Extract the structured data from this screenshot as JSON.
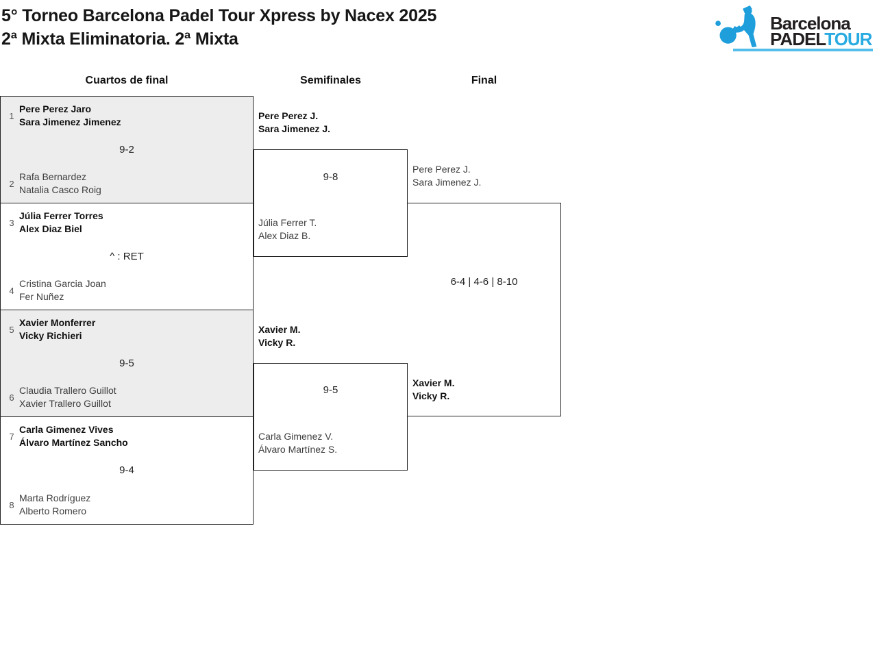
{
  "header": {
    "title": "5° Torneo Barcelona Padel Tour Xpress by Nacex 2025",
    "subtitle": "2ª Mixta Eliminatoria. 2ª Mixta"
  },
  "logo": {
    "brand_top": "Barcelona",
    "brand_padel": "PADEL",
    "brand_tour": "TOUR",
    "player_icon": "padel-player-icon",
    "colors": {
      "blue": "#29abe2",
      "dark": "#231f20",
      "underline": "#55bde9"
    }
  },
  "rounds": {
    "quarterfinals_label": "Cuartos de final",
    "semifinals_label": "Semifinales",
    "final_label": "Final"
  },
  "colors": {
    "shaded_row": "#ededed",
    "border": "#222222",
    "winner_text": "#101010",
    "loser_text": "#3d3d3d"
  },
  "quarterfinals": [
    {
      "seed_top": "1",
      "team_top_line1": "Pere Perez Jaro",
      "team_top_line2": "Sara Jimenez Jimenez",
      "top_winner": true,
      "score": "9-2",
      "seed_bottom": "2",
      "team_bottom_line1": "Rafa Bernardez",
      "team_bottom_line2": "Natalia Casco Roig",
      "bottom_winner": false
    },
    {
      "seed_top": "3",
      "team_top_line1": "Júlia Ferrer Torres",
      "team_top_line2": "Alex Diaz Biel",
      "top_winner": true,
      "score": "^ : RET",
      "seed_bottom": "4",
      "team_bottom_line1": "Cristina Garcia Joan",
      "team_bottom_line2": "Fer Nuñez",
      "bottom_winner": false
    },
    {
      "seed_top": "5",
      "team_top_line1": "Xavier Monferrer",
      "team_top_line2": "Vicky Richieri",
      "top_winner": true,
      "score": "9-5",
      "seed_bottom": "6",
      "team_bottom_line1": "Claudia Trallero Guillot",
      "team_bottom_line2": "Xavier Trallero Guillot",
      "bottom_winner": false
    },
    {
      "seed_top": "7",
      "team_top_line1": "Carla Gimenez Vives",
      "team_top_line2": "Álvaro Martínez Sancho",
      "top_winner": true,
      "score": "9-4",
      "seed_bottom": "8",
      "team_bottom_line1": "Marta Rodríguez",
      "team_bottom_line2": "Alberto Romero",
      "bottom_winner": false
    }
  ],
  "semifinals": [
    {
      "top_line1": "Pere Perez J.",
      "top_line2": "Sara Jimenez J.",
      "top_winner": true,
      "score": "9-8",
      "bottom_line1": "Júlia Ferrer T.",
      "bottom_line2": "Alex Diaz B.",
      "bottom_winner": false
    },
    {
      "top_line1": "Xavier M.",
      "top_line2": "Vicky R.",
      "top_winner": true,
      "score": "9-5",
      "bottom_line1": "Carla Gimenez V.",
      "bottom_line2": "Álvaro Martínez S.",
      "bottom_winner": false
    }
  ],
  "final": {
    "top_line1": "Pere Perez J.",
    "top_line2": "Sara Jimenez J.",
    "top_winner": false,
    "score": "6-4 | 4-6 | 8-10",
    "champion_line1": "Xavier M.",
    "champion_line2": "Vicky R.",
    "bottom_winner": true
  }
}
